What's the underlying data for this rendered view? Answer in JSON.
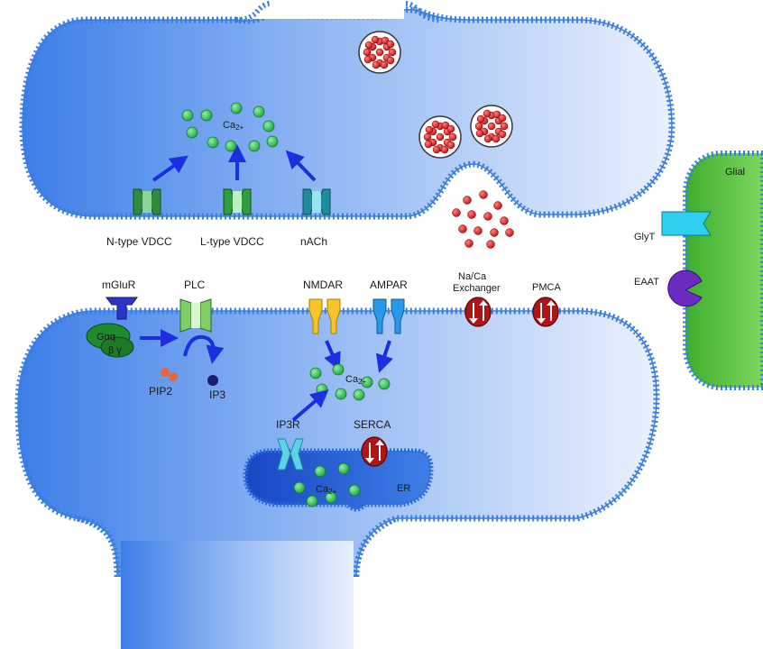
{
  "labels": {
    "n_type_vdcc": "N-type VDCC",
    "l_type_vdcc": "L-type VDCC",
    "nach": "nACh",
    "ca_pre": "Ca",
    "ca_pre_sup": "2+",
    "mglur": "mGluR",
    "plc": "PLC",
    "nmdar": "NMDAR",
    "ampar": "AMPAR",
    "naca_line1": "Na/Ca",
    "naca_line2": "Exchanger",
    "pmca": "PMCA",
    "gaq": "Gαq",
    "gby": "β γ",
    "pip2": "PIP2",
    "ip3": "IP3",
    "ca_post": "Ca",
    "ca_post_sup": "2+",
    "ip3r": "IP3R",
    "serca": "SERCA",
    "ca_er": "Ca",
    "ca_er_sup": "2+",
    "er": "ER",
    "glial": "Glial",
    "glyt": "GlyT",
    "eaat": "EAAT"
  },
  "colors": {
    "membrane": "#3a7de0",
    "cell_dark": "#3c7ee8",
    "cell_light": "#e4eefc",
    "calcium": "#2fc052",
    "vesicle_ball": "#e01818",
    "exchanger": "#b01515",
    "glial_green": "#56c43c",
    "er_fill": "#1a4ec8",
    "arrow": "#1c2fe0",
    "glyt": "#2fd0ef",
    "eaat": "#6a2bc0",
    "nmdar": "#f5c428",
    "ampar": "#2a98e8",
    "gprotein": "#1f8a2b"
  },
  "icons": [
    "calcium-ion",
    "vesicle",
    "ion-channel",
    "exchanger-pump",
    "transporter",
    "signal-arrow"
  ]
}
